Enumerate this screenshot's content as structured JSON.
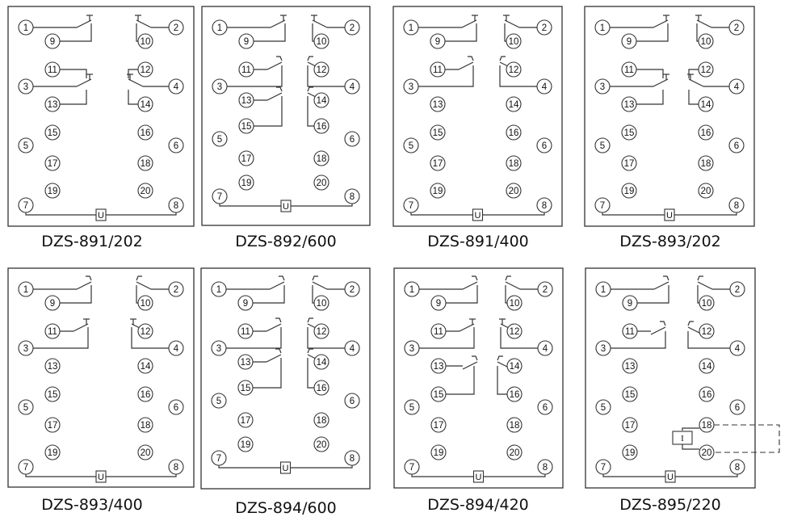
{
  "panels": [
    {
      "caption": "DZS-891/202",
      "u_label": "U",
      "terminals": [
        "1",
        "2",
        "3",
        "4",
        "5",
        "6",
        "7",
        "8",
        "9",
        "10",
        "11",
        "12",
        "13",
        "14",
        "15",
        "16",
        "17",
        "18",
        "19",
        "20"
      ]
    },
    {
      "caption": "DZS-892/600",
      "u_label": "U",
      "terminals": [
        "1",
        "2",
        "3",
        "4",
        "5",
        "6",
        "7",
        "8",
        "9",
        "10",
        "11",
        "12",
        "13",
        "14",
        "15",
        "16",
        "17",
        "18",
        "19",
        "20"
      ]
    },
    {
      "caption": "DZS-891/400",
      "u_label": "U",
      "terminals": [
        "1",
        "2",
        "3",
        "4",
        "5",
        "6",
        "7",
        "8",
        "9",
        "10",
        "11",
        "12",
        "13",
        "14",
        "15",
        "16",
        "17",
        "18",
        "19",
        "20"
      ]
    },
    {
      "caption": "DZS-893/202",
      "u_label": "U",
      "terminals": [
        "1",
        "2",
        "3",
        "4",
        "5",
        "6",
        "7",
        "8",
        "9",
        "10",
        "11",
        "12",
        "13",
        "14",
        "15",
        "16",
        "17",
        "18",
        "19",
        "20"
      ]
    },
    {
      "caption": "DZS-893/400",
      "u_label": "U",
      "terminals": [
        "1",
        "2",
        "3",
        "4",
        "5",
        "6",
        "7",
        "8",
        "9",
        "10",
        "11",
        "12",
        "13",
        "14",
        "15",
        "16",
        "17",
        "18",
        "19",
        "20"
      ]
    },
    {
      "caption": "DZS-894/600",
      "u_label": "U",
      "terminals": [
        "1",
        "2",
        "3",
        "4",
        "5",
        "6",
        "7",
        "8",
        "9",
        "10",
        "11",
        "12",
        "13",
        "14",
        "15",
        "16",
        "17",
        "18",
        "19",
        "20"
      ]
    },
    {
      "caption": "DZS-894/420",
      "u_label": "U",
      "terminals": [
        "1",
        "2",
        "3",
        "4",
        "5",
        "6",
        "7",
        "8",
        "9",
        "10",
        "11",
        "12",
        "13",
        "14",
        "15",
        "16",
        "17",
        "18",
        "19",
        "20"
      ]
    },
    {
      "caption": "DZS-895/220",
      "u_label": "U",
      "i_label": "I",
      "terminals": [
        "1",
        "2",
        "3",
        "4",
        "5",
        "6",
        "7",
        "8",
        "9",
        "10",
        "11",
        "12",
        "13",
        "14",
        "15",
        "16",
        "17",
        "18",
        "19",
        "20"
      ]
    }
  ]
}
